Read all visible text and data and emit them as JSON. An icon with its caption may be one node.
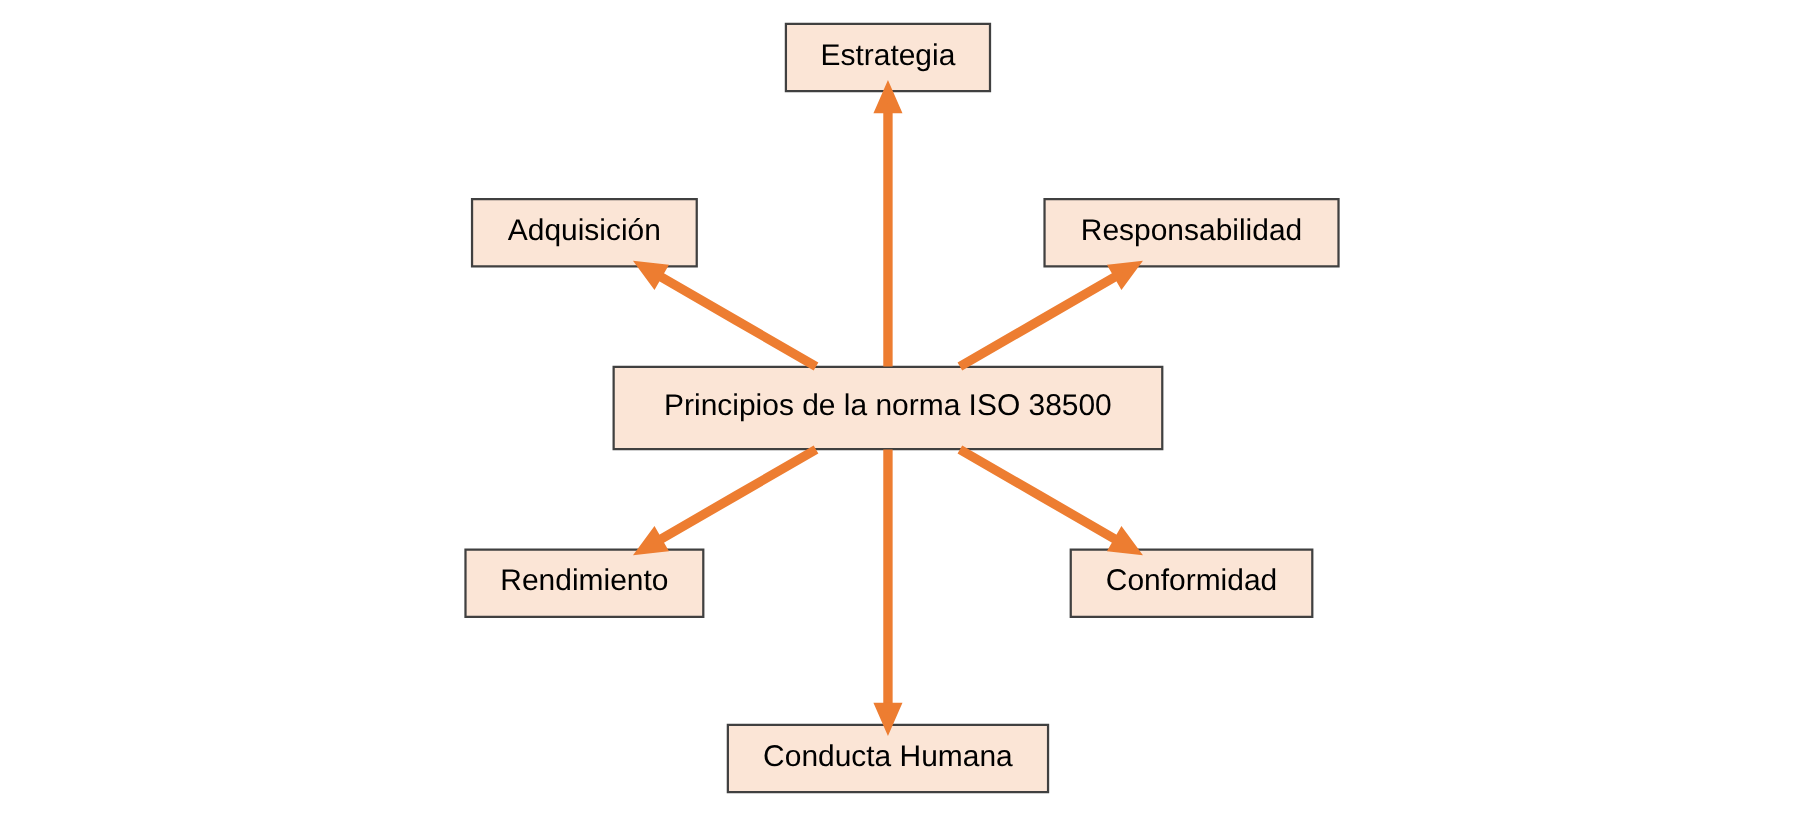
{
  "diagram": {
    "nodes": [
      {
        "text": [
          "Responsabilidad"
        ]
      },
      {
        "text": [
          "Estrategia"
        ]
      },
      {
        "text": [
          "Adquisición"
        ]
      },
      {
        "text": [
          "Principios de la norma ISO 38500"
        ]
      },
      {
        "text": [
          "Rendimiento"
        ]
      },
      {
        "text": [
          "Conducta Humana"
        ]
      },
      {
        "text": [
          "Conformidad"
        ]
      }
    ],
    "edges": [
      {
        "from": 3,
        "to": 0,
        "arrow": "to"
      },
      {
        "from": 3,
        "to": 1,
        "arrow": "to"
      },
      {
        "from": 3,
        "to": 2,
        "arrow": "to"
      },
      {
        "from": 3,
        "to": 4,
        "arrow": "to"
      },
      {
        "from": 3,
        "to": 5,
        "arrow": "to"
      },
      {
        "from": 3,
        "to": 6,
        "arrow": "to"
      }
    ]
  }
}
